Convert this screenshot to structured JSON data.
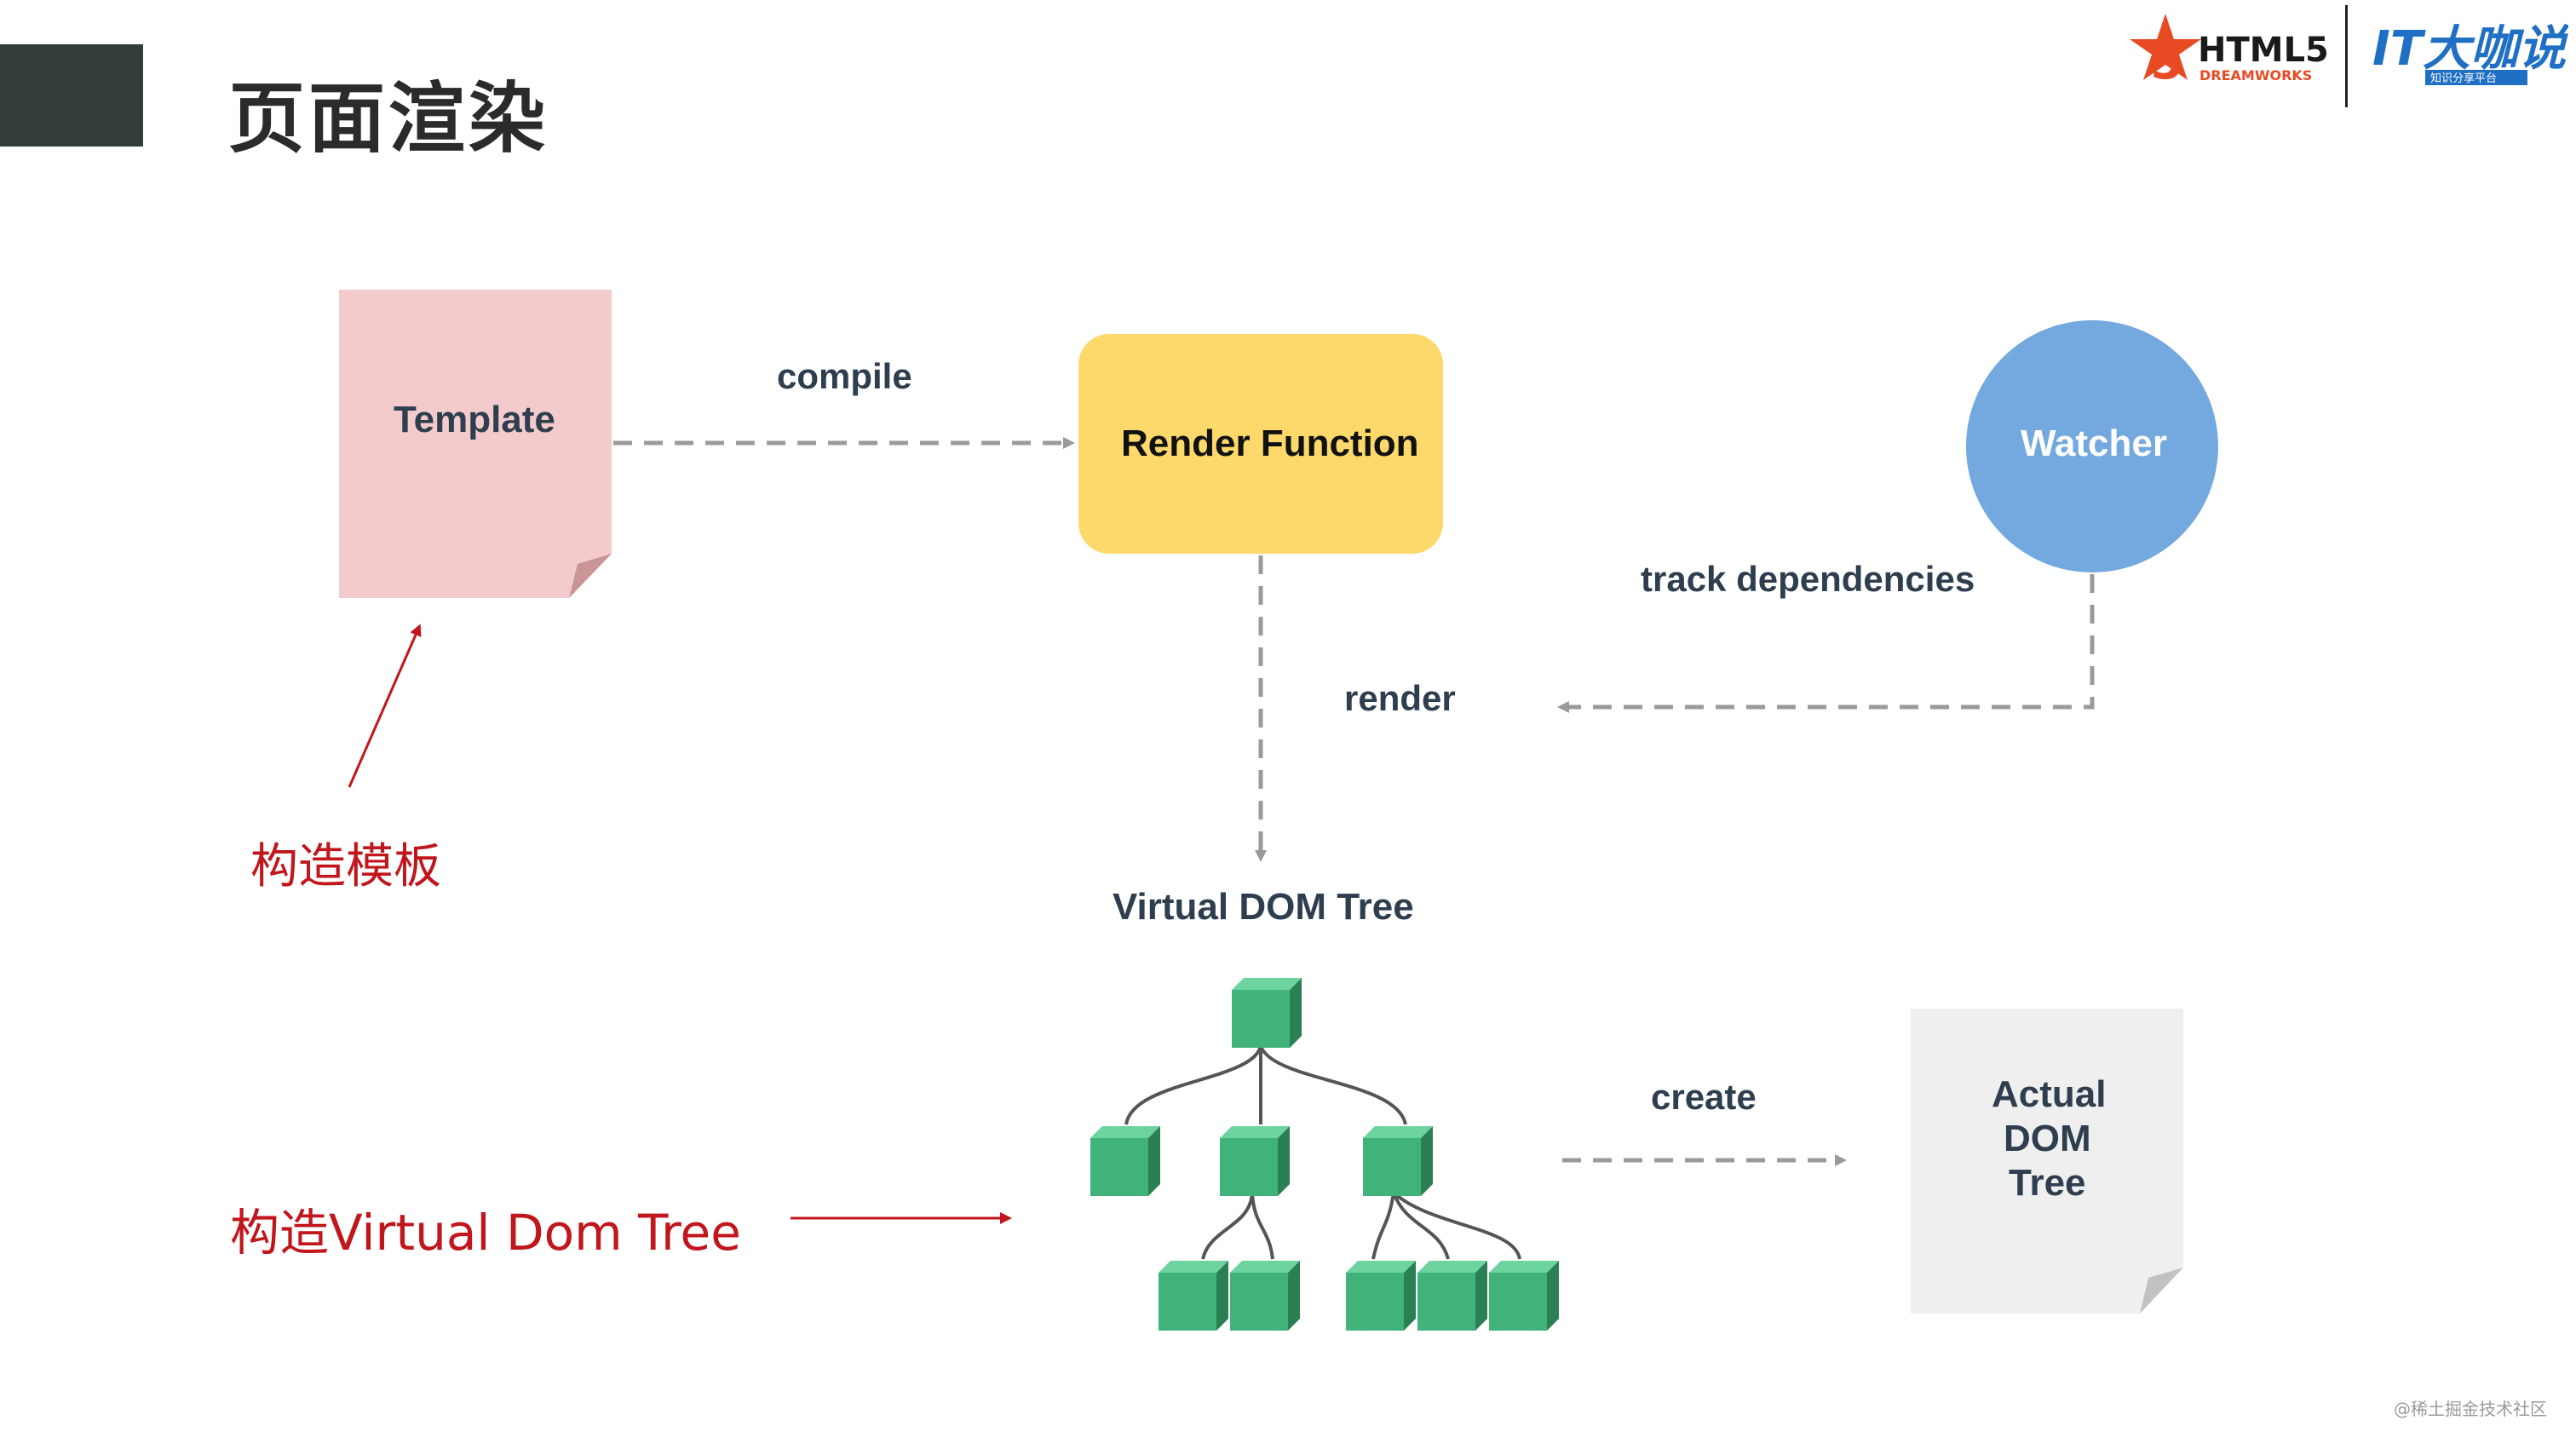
{
  "slide": {
    "title": "页面渲染"
  },
  "logo": {
    "left_title": "HTML5",
    "left_subtitle": "DREAMWORKS",
    "left_badge": "5",
    "right_title": "IT大咖说",
    "right_subtitle": "知识分享平台"
  },
  "nodes": {
    "template": "Template",
    "render_function": "Render Function",
    "watcher": "Watcher",
    "virtual_dom_tree": "Virtual DOM Tree",
    "actual_dom_line1": "Actual",
    "actual_dom_line2": "DOM",
    "actual_dom_line3": "Tree"
  },
  "edges": {
    "compile": "compile",
    "track_dependencies": "track dependencies",
    "render": "render",
    "create": "create"
  },
  "annotations": {
    "build_template": "构造模板",
    "build_vdom": "构造Virtual Dom Tree"
  },
  "watermark": "@稀土掘金技术社区",
  "colors": {
    "template": "#f4cbcc",
    "render_function": "#fcd96a",
    "watcher": "#74a9df",
    "actual_dom": "#efefef",
    "cube": "#40b27a",
    "annotation": "#c0161c",
    "dashed": "#9a9a9a"
  }
}
